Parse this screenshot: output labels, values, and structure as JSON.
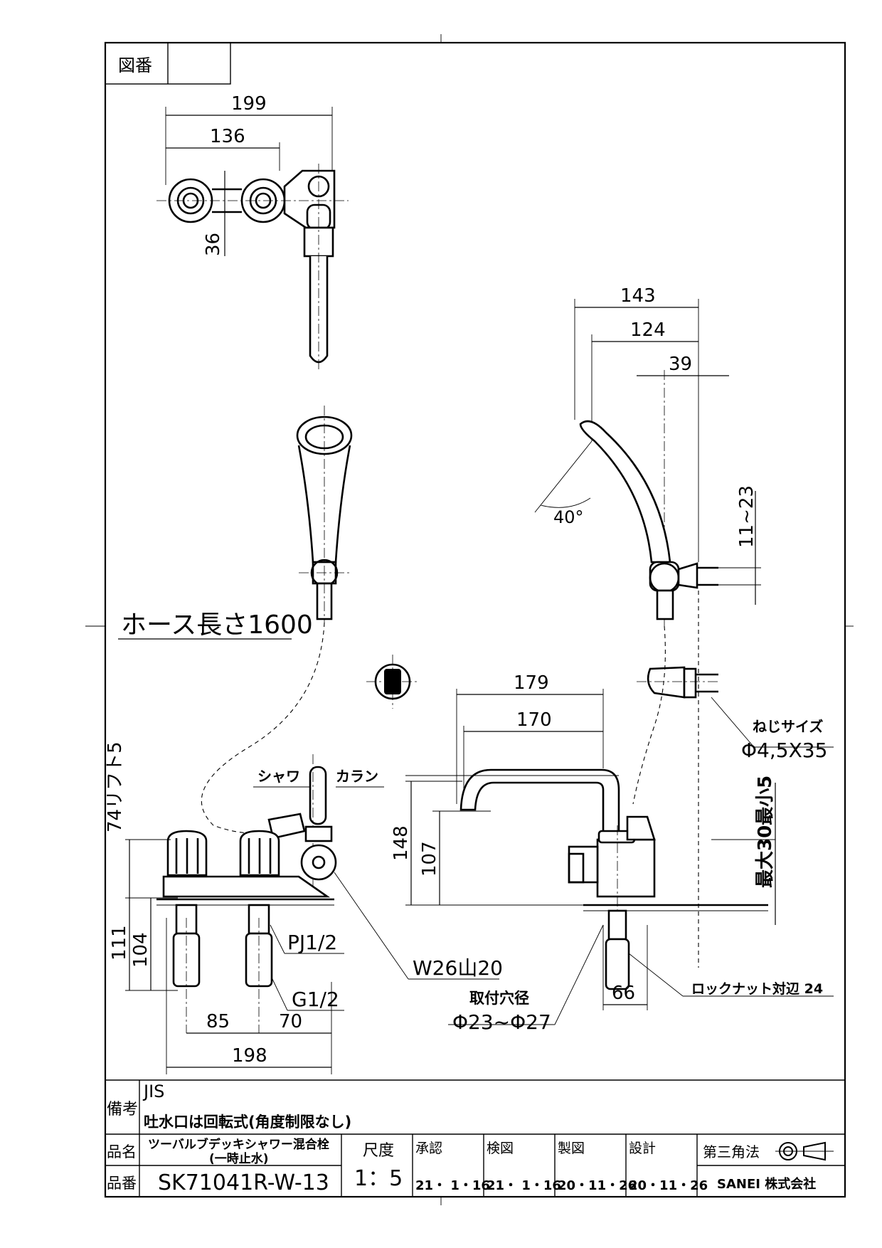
{
  "title_block": {
    "drawing_no_label": "図番",
    "remarks_label": "備考",
    "remarks_line1": "JIS",
    "remarks_line2": "吐水口は回転式(角度制限なし)",
    "product_name_label": "品名",
    "product_name_line1": "ツーバルブデッキシャワー混合栓",
    "product_name_line2": "(一時止水)",
    "product_no_label": "品番",
    "product_no": "SK71041R-W-13",
    "scale_label": "尺度",
    "scale_value": "1：5",
    "approve_label": "承認",
    "approve_date": "21・ 1・16",
    "check_label": "検図",
    "check_date": "21・ 1・16",
    "drawn_label": "製図",
    "drawn_date": "20・11・26",
    "design_label": "設計",
    "design_date": "20・11・26",
    "projection_label": "第三角法",
    "company": "SANEI 株式会社"
  },
  "dimensions": {
    "top_199": "199",
    "top_136": "136",
    "top_36": "36",
    "side_143": "143",
    "side_124": "124",
    "side_39": "39",
    "angle_40": "40°",
    "range_11_23": "11~23",
    "hose_length": "ホース長さ1600",
    "spout_179": "179",
    "spout_170": "170",
    "screw_size_label": "ねじサイズ",
    "screw_size_value": "Φ4,5X35",
    "lift_74": "74リフト5",
    "max_min": "最大30最小5",
    "shower_label": "シャワ",
    "faucet_label": "カラン",
    "h148": "148",
    "h107": "107",
    "h111": "111",
    "h104": "104",
    "pj": "PJ1/2",
    "w26": "W26山20",
    "g12": "G1/2",
    "mount_hole_label": "取付穴径",
    "mount_hole_value": "Φ23~Φ27",
    "locknut": "ロックナット対辺 24",
    "b85": "85",
    "b70": "70",
    "b198": "198",
    "b66": "66"
  }
}
